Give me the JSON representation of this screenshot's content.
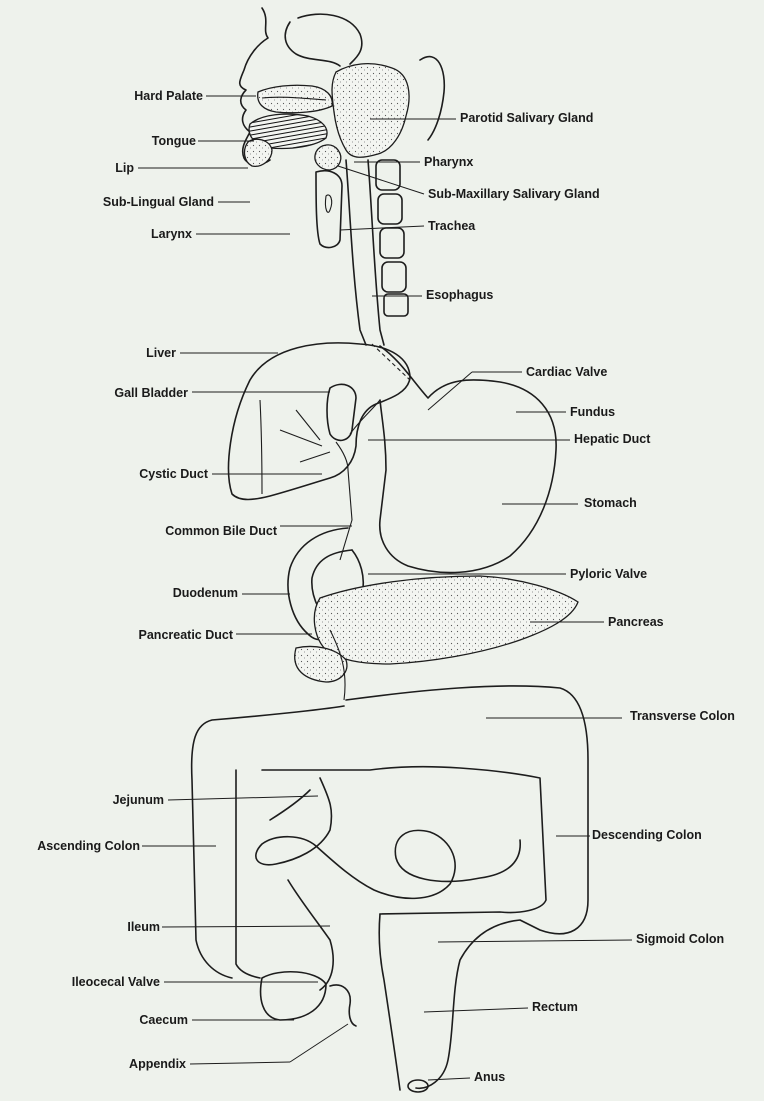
{
  "labels": {
    "hard_palate": "Hard Palate",
    "parotid": "Parotid Salivary Gland",
    "tongue": "Tongue",
    "lip": "Lip",
    "pharynx": "Pharynx",
    "sub_maxillary": "Sub-Maxillary Salivary Gland",
    "sub_lingual": "Sub-Lingual Gland",
    "larynx": "Larynx",
    "trachea": "Trachea",
    "esophagus": "Esophagus",
    "liver": "Liver",
    "cardiac_valve": "Cardiac Valve",
    "gall_bladder": "Gall Bladder",
    "fundus": "Fundus",
    "hepatic_duct": "Hepatic Duct",
    "cystic_duct": "Cystic Duct",
    "stomach": "Stomach",
    "common_bile_duct": "Common Bile Duct",
    "duodenum": "Duodenum",
    "pyloric_valve": "Pyloric Valve",
    "pancreatic_duct": "Pancreatic Duct",
    "pancreas": "Pancreas",
    "transverse_colon": "Transverse Colon",
    "jejunum": "Jejunum",
    "ascending_colon": "Ascending Colon",
    "descending_colon": "Descending Colon",
    "ileum": "Ileum",
    "sigmoid_colon": "Sigmoid Colon",
    "ileocecal_valve": "Ileocecal Valve",
    "caecum": "Caecum",
    "rectum": "Rectum",
    "appendix": "Appendix",
    "anus": "Anus"
  }
}
